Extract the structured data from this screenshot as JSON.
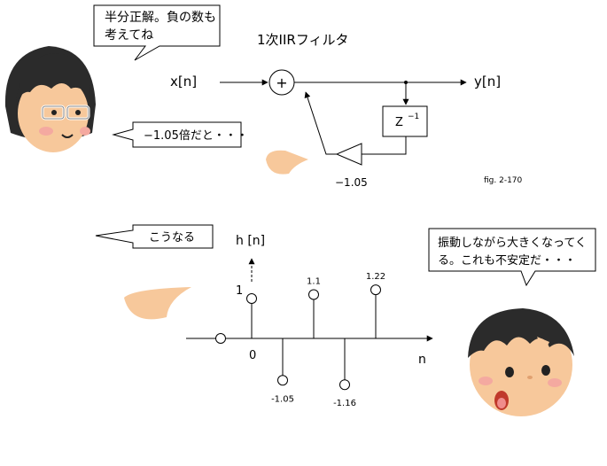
{
  "speech": {
    "woman_top": [
      "半分正解。負の数も",
      "考えてね"
    ],
    "woman_mid": "−1.05倍だと・・・",
    "left_bottom": "こうなる",
    "boy": [
      "振動しながら大きくなってく",
      "る。これも不安定だ・・・"
    ]
  },
  "filter": {
    "title": "1次IIRフィルタ",
    "input": "x[n]",
    "output": "y[n]",
    "adder": "+",
    "delay": "Z",
    "delay_exp": "−1",
    "gain": "−1.05",
    "caption": "fig. 2-170"
  },
  "plot": {
    "ylabel": "h [n]",
    "xlabel": "n",
    "zero_label": "0"
  },
  "chart_data": {
    "type": "stem",
    "title": "",
    "xlabel": "n",
    "ylabel": "h [n]",
    "x": [
      -1,
      0,
      1,
      2,
      3,
      4
    ],
    "values": [
      0,
      1,
      -1.05,
      1.1,
      -1.16,
      1.22
    ],
    "point_labels": [
      "",
      "1",
      "-1.05",
      "1.1",
      "-1.16",
      "1.22"
    ]
  },
  "colors": {
    "skin": "#f7c89b",
    "hair": "#2b2b2b",
    "cheek": "#f4a9a0",
    "line": "#000000"
  }
}
